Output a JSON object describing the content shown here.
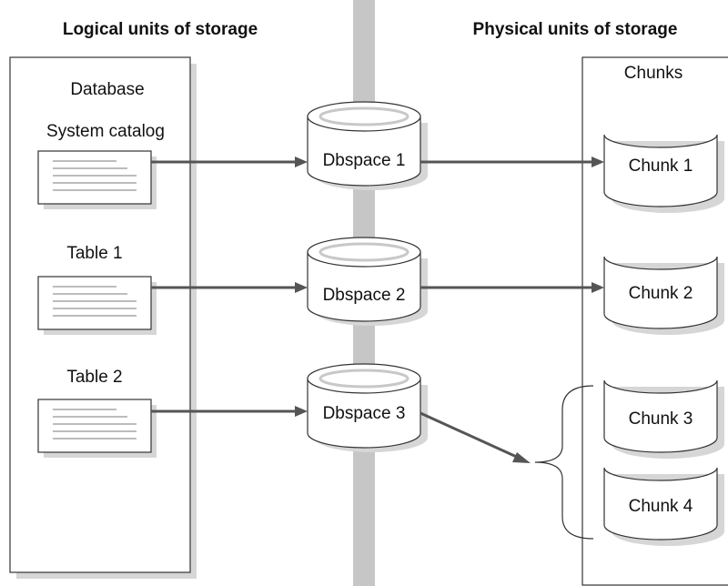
{
  "headers": {
    "logical": "Logical units of storage",
    "physical": "Physical units of storage"
  },
  "logical_panel": {
    "database_label": "Database",
    "items": [
      {
        "label": "System catalog"
      },
      {
        "label": "Table 1"
      },
      {
        "label": "Table 2"
      }
    ]
  },
  "dbspaces": [
    {
      "label": "Dbspace 1"
    },
    {
      "label": "Dbspace 2"
    },
    {
      "label": "Dbspace 3"
    }
  ],
  "physical_panel": {
    "chunks_label": "Chunks",
    "chunks": [
      {
        "label": "Chunk 1"
      },
      {
        "label": "Chunk 2"
      },
      {
        "label": "Chunk 3"
      },
      {
        "label": "Chunk 4"
      }
    ]
  },
  "colors": {
    "divider": "#c6c6c6",
    "shadow": "#d6d6d6",
    "arrow": "#555555"
  }
}
